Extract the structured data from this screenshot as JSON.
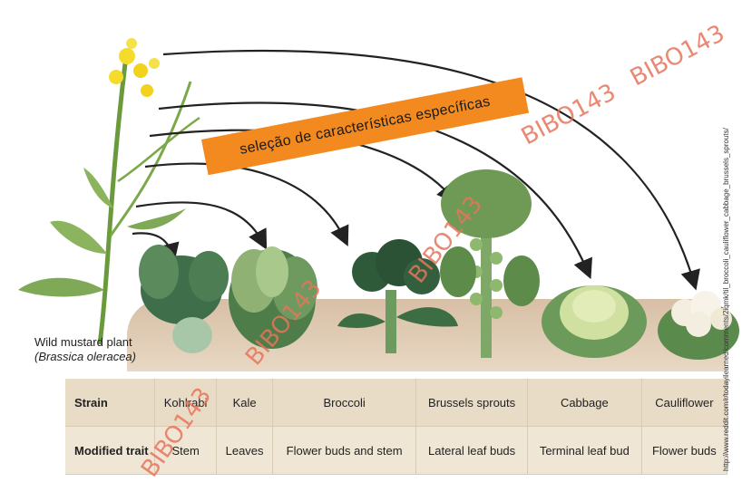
{
  "wild_plant": {
    "name": "Wild mustard plant",
    "species": "(Brassica oleracea)"
  },
  "banner_text": "seleção de características específicas",
  "table": {
    "row_headers": [
      "Strain",
      "Modified trait"
    ],
    "strains": [
      "Kohlrabi",
      "Kale",
      "Broccoli",
      "Brussels sprouts",
      "Cabbage",
      "Cauliflower"
    ],
    "traits": [
      "Stem",
      "Leaves",
      "Flower buds and stem",
      "Lateral leaf buds",
      "Terminal leaf bud",
      "Flower buds"
    ]
  },
  "watermark_text": "BIBO143",
  "source_text": "http://www.reddit.com/r/todayilearned/comments/2iqmk/til_broccoli_cauliflower_cabbage_brussels_sprouts/",
  "colors": {
    "banner": "#f28a1f",
    "watermark": "#e7755b",
    "table_bg": "#efe6d6"
  }
}
